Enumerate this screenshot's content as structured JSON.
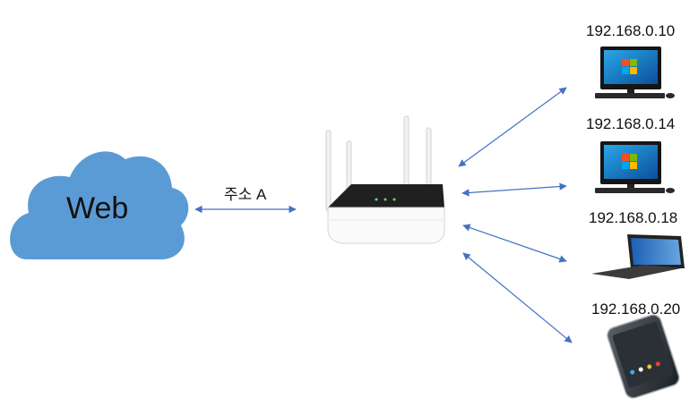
{
  "cloud": {
    "label": "Web",
    "color": "#5b9bd5"
  },
  "link": {
    "label": "주소 A",
    "arrow_color": "#4472c4"
  },
  "router": {
    "icon": "wifi-router-icon"
  },
  "devices": [
    {
      "ip": "192.168.0.10",
      "icon": "desktop-computer-icon"
    },
    {
      "ip": "192.168.0.14",
      "icon": "desktop-computer-icon"
    },
    {
      "ip": "192.168.0.18",
      "icon": "tablet-laptop-icon"
    },
    {
      "ip": "192.168.0.20",
      "icon": "smartphone-icon"
    }
  ]
}
